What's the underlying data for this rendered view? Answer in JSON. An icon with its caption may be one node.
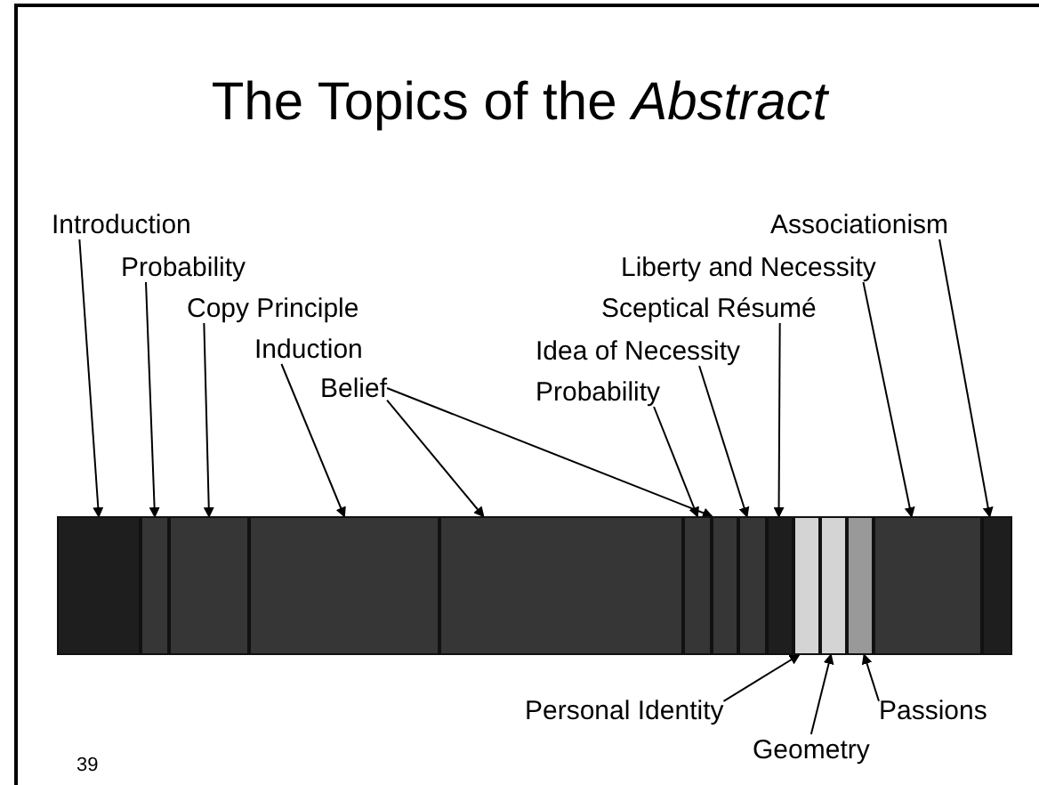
{
  "diagram": {
    "title": "The Topics of the *Abstract*",
    "nodes": [
      {
        "text": [
          "Introduction"
        ]
      },
      {
        "text": [
          "Probability"
        ]
      },
      {
        "text": [
          "Copy Principle"
        ]
      },
      {
        "text": [
          "Induction"
        ]
      },
      {
        "text": [
          "Belief"
        ]
      },
      {
        "text": [
          "Idea of Necessity"
        ]
      },
      {
        "text": [
          "Probability"
        ]
      },
      {
        "text": [
          "Sceptical Résumé"
        ]
      },
      {
        "text": [
          "Liberty and Necessity"
        ]
      },
      {
        "text": [
          "Associationism"
        ]
      },
      {
        "text": [
          "Personal Identity"
        ]
      },
      {
        "text": [
          "Geometry"
        ]
      },
      {
        "text": [
          "Passions"
        ]
      },
      {
        "text": [],
        "shape": "bar"
      },
      {
        "text": [],
        "shape": "bar"
      },
      {
        "text": [],
        "shape": "bar"
      },
      {
        "text": [],
        "shape": "bar"
      },
      {
        "text": [],
        "shape": "bar"
      },
      {
        "text": [],
        "shape": "bar"
      },
      {
        "text": [],
        "shape": "bar"
      },
      {
        "text": [],
        "shape": "bar"
      },
      {
        "text": [],
        "shape": "bar"
      },
      {
        "text": [],
        "shape": "bar"
      },
      {
        "text": [],
        "shape": "bar"
      },
      {
        "text": [],
        "shape": "bar"
      },
      {
        "text": [],
        "shape": "bar"
      },
      {
        "text": [],
        "shape": "bar"
      }
    ],
    "edges": [
      {
        "from": 0,
        "to": 13,
        "arrow": "to"
      },
      {
        "from": 1,
        "to": 14,
        "arrow": "to"
      },
      {
        "from": 2,
        "to": 15,
        "arrow": "to"
      },
      {
        "from": 3,
        "to": 16,
        "arrow": "to"
      },
      {
        "from": 4,
        "to": 17,
        "arrow": "to"
      },
      {
        "from": 4,
        "to": 19,
        "arrow": "to"
      },
      {
        "from": 6,
        "to": 18,
        "arrow": "to"
      },
      {
        "from": 5,
        "to": 20,
        "arrow": "to"
      },
      {
        "from": 7,
        "to": 21,
        "arrow": "to"
      },
      {
        "from": 8,
        "to": 25,
        "arrow": "to"
      },
      {
        "from": 9,
        "to": 26,
        "arrow": "to"
      },
      {
        "from": 10,
        "to": 22,
        "arrow": "to"
      },
      {
        "from": 11,
        "to": 23,
        "arrow": "to"
      },
      {
        "from": 12,
        "to": 24,
        "arrow": "to"
      }
    ],
    "labels": [
      "39"
    ]
  }
}
